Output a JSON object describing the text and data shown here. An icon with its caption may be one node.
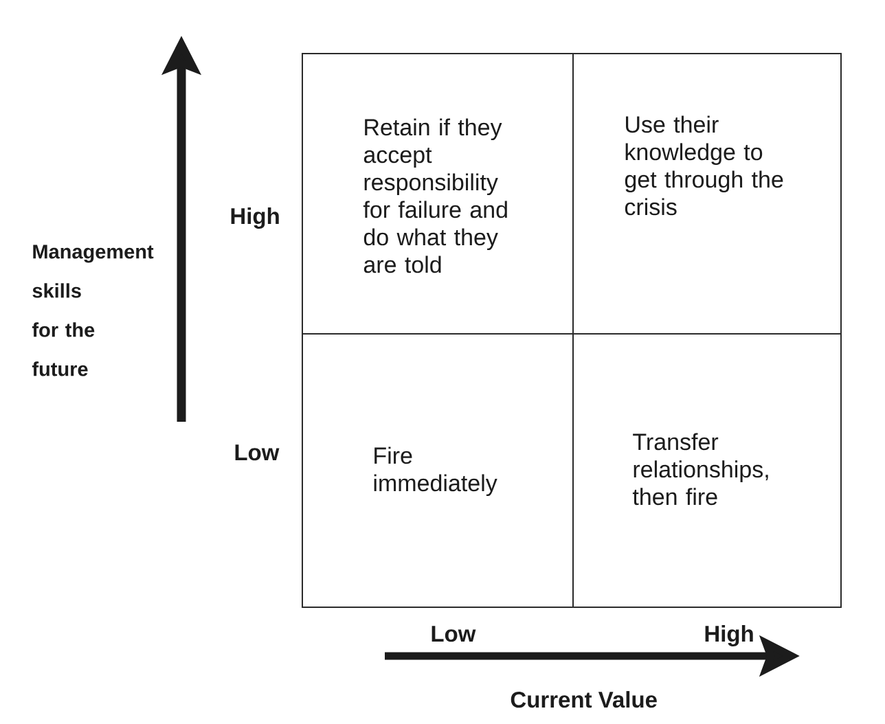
{
  "diagram": {
    "nodes": [
      {
        "text": [
          "Retain if they accept responsibility for failure and do what they are told"
        ]
      },
      {
        "text": [
          "Use their knowledge to get through the crisis"
        ]
      },
      {
        "text": [
          "Fire immediately"
        ]
      },
      {
        "text": [
          "Transfer relationships, then fire"
        ]
      }
    ],
    "labels": [
      "High",
      "Management skills for the future",
      "Low",
      "Low",
      "High",
      "Current Value"
    ]
  }
}
